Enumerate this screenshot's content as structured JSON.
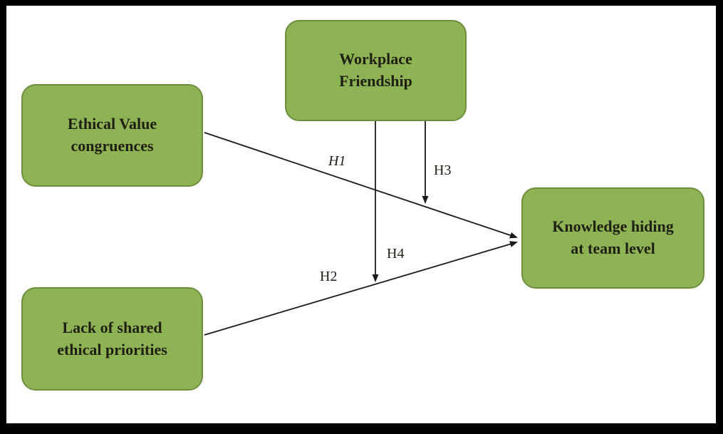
{
  "figure": {
    "type": "conceptual-model-diagram",
    "nodes": {
      "workplace_friendship": {
        "label": "Workplace\nFriendship"
      },
      "ethical_value_congruences": {
        "label": "Ethical Value\ncongruences"
      },
      "lack_of_shared_ethical_priorities": {
        "label": "Lack of shared\nethical priorities"
      },
      "knowledge_hiding_at_team_level": {
        "label": "Knowledge hiding\nat team level"
      }
    },
    "edges": {
      "h1": {
        "label": "H1",
        "from": "ethical_value_congruences",
        "to": "knowledge_hiding_at_team_level"
      },
      "h2": {
        "label": "H2",
        "from": "lack_of_shared_ethical_priorities",
        "to": "knowledge_hiding_at_team_level"
      },
      "h3": {
        "label": "H3",
        "from": "workplace_friendship",
        "to": "h1_arrow_path"
      },
      "h4": {
        "label": "H4",
        "from": "workplace_friendship",
        "to": "h2_arrow_path"
      }
    },
    "colors": {
      "node_fill": "#8eb354",
      "node_border": "#6d8f3d",
      "line": "#1b1b1b",
      "label_text": "#1f1f14",
      "background": "#ffffff",
      "frame": "#000000"
    }
  }
}
